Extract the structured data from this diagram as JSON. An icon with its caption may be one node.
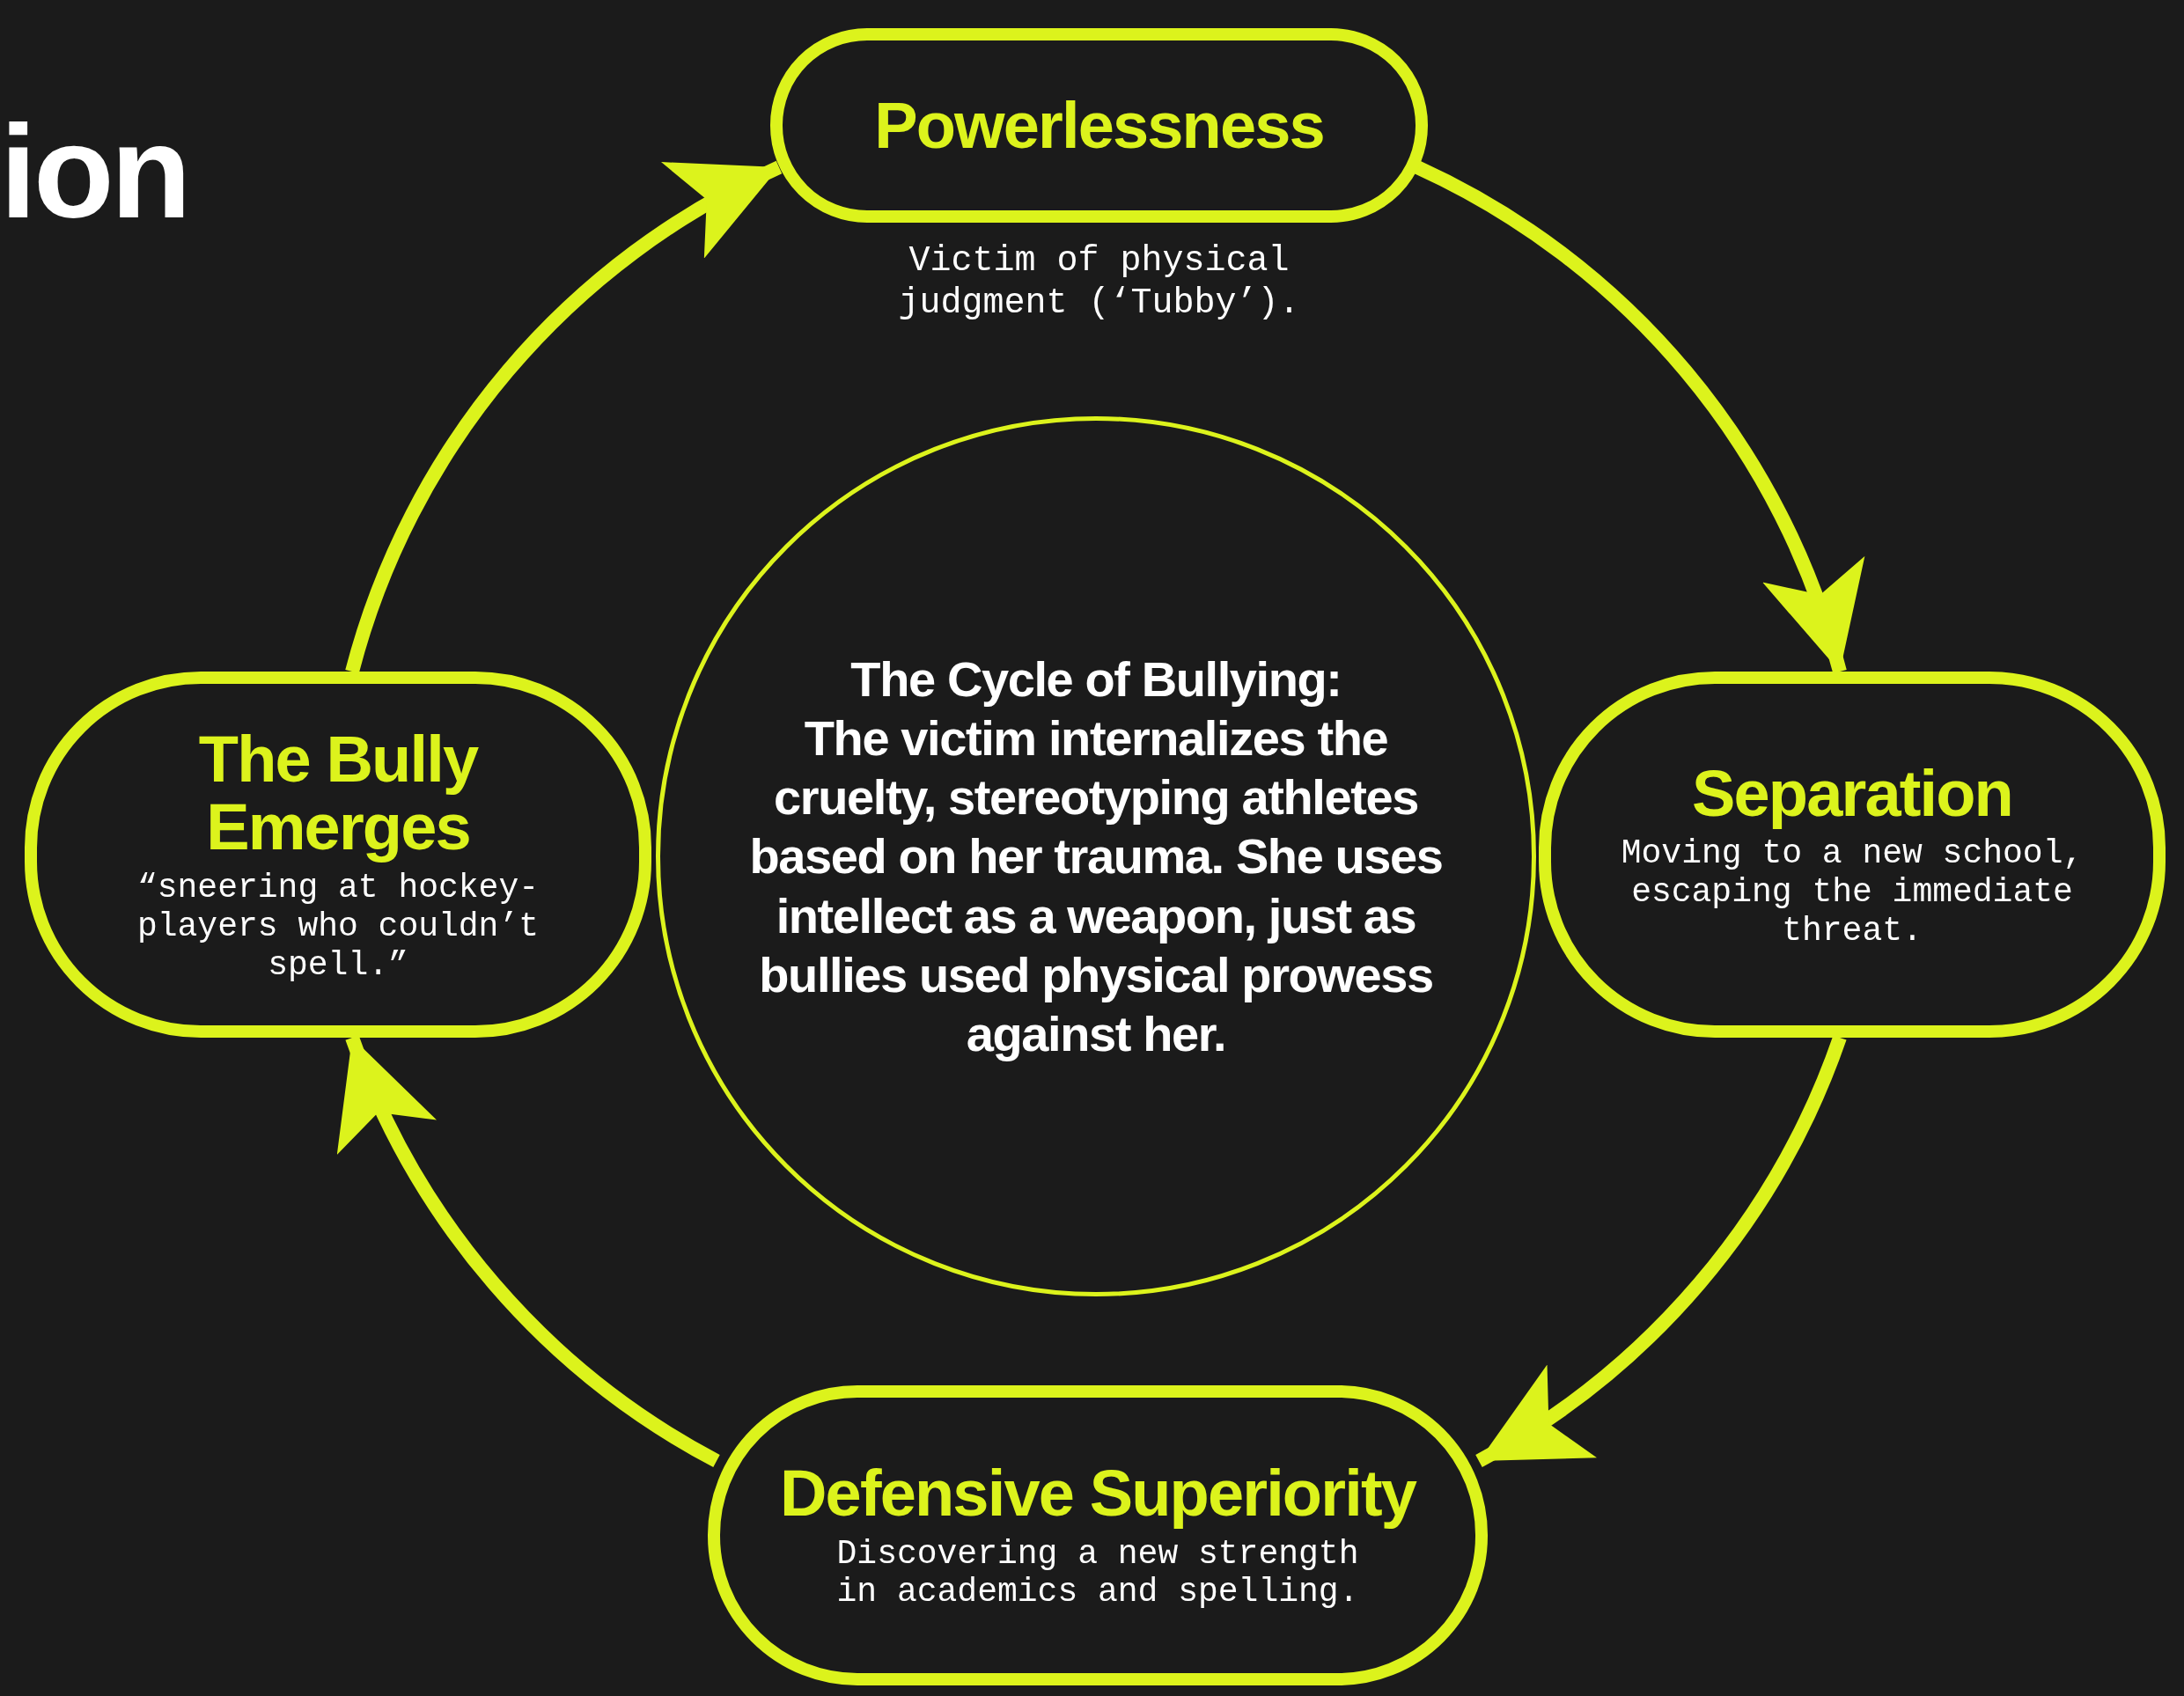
{
  "diagram": {
    "nodes": [
      {
        "text": [
          "Powerlessness"
        ],
        "beside": [
          "Victim of physical judgment (‘Tubby’)."
        ]
      },
      {
        "text": [
          "Separation",
          "Moving to a new school, escaping the immediate threat."
        ]
      },
      {
        "text": [
          "Defensive Superiority",
          "Discovering a new strength in academics and spelling."
        ]
      },
      {
        "text": [
          "The Bully Emerges",
          "“sneering at hockey-players who couldn’t spell.”"
        ]
      },
      {
        "text": [
          "The Cycle of Bullying:",
          "The victim internalizes the cruelty, stereotyping athletes based on her trauma. She uses intellect as a weapon, just as bullies used physical prowess against her."
        ]
      }
    ],
    "edges": [
      {
        "from": 0,
        "to": 1,
        "arrow": "to"
      },
      {
        "from": 1,
        "to": 2,
        "arrow": "to"
      },
      {
        "from": 2,
        "to": 3,
        "arrow": "to"
      },
      {
        "from": 3,
        "to": 0,
        "arrow": "to"
      }
    ],
    "labels": [
      "ion"
    ]
  }
}
